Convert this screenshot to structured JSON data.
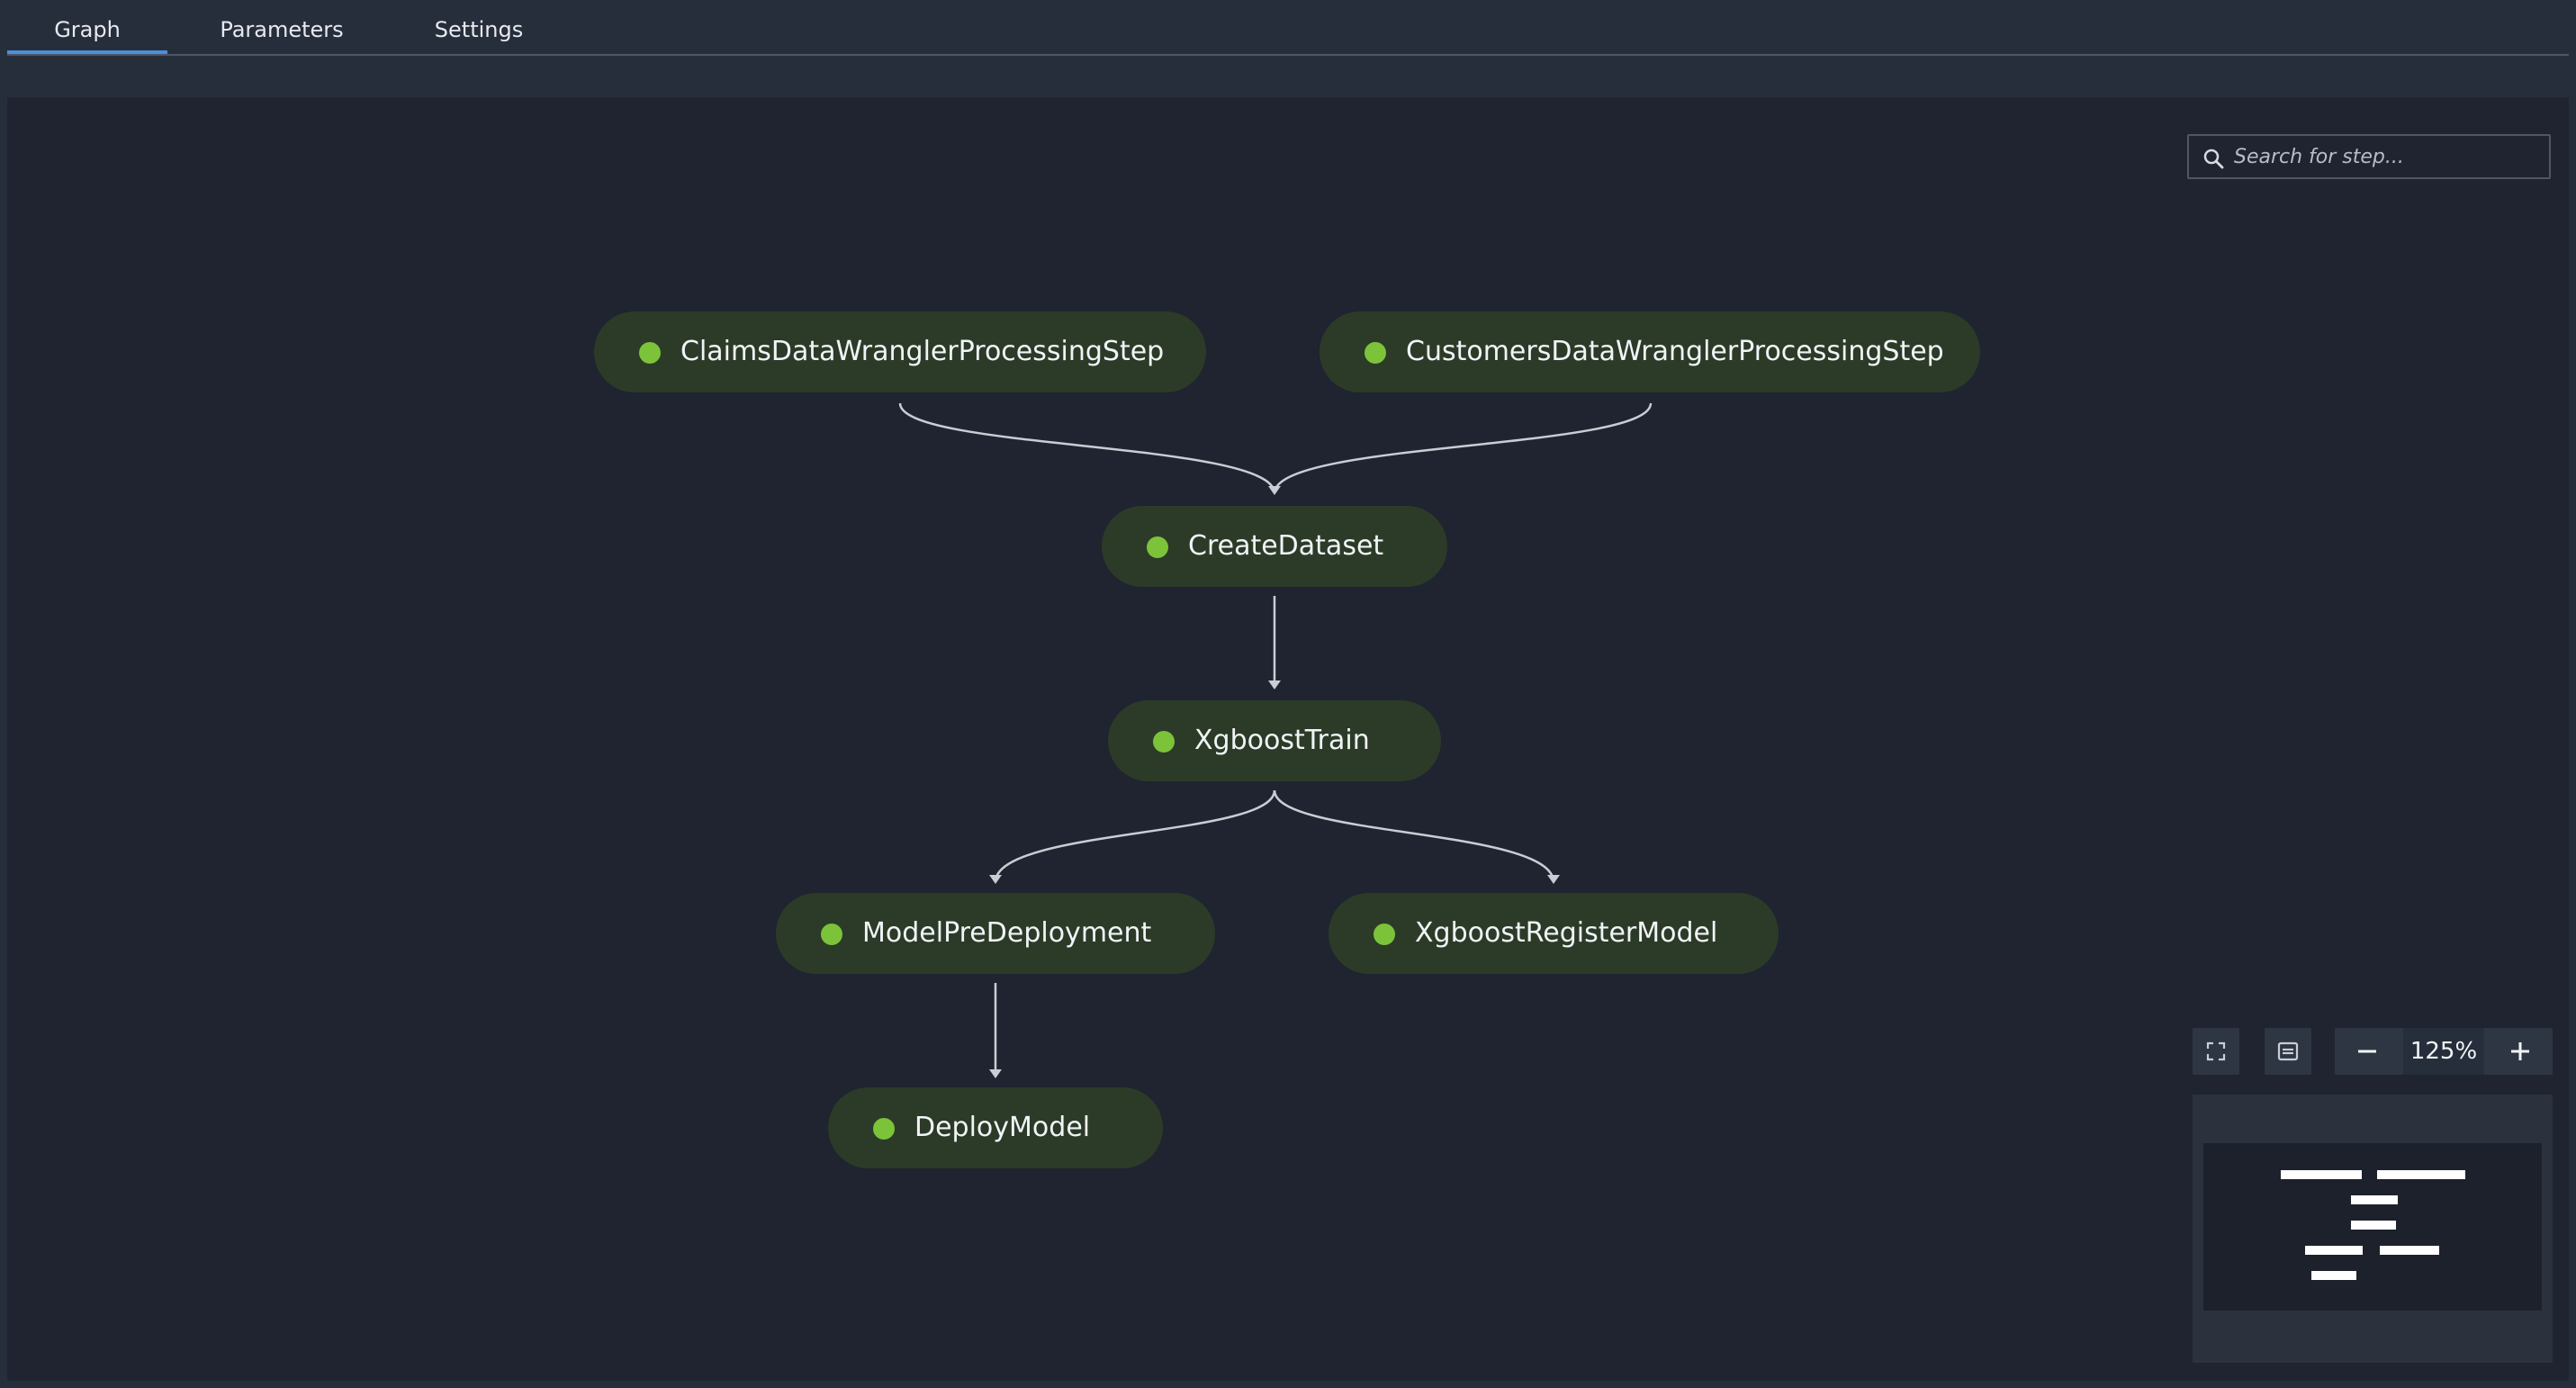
{
  "tabs": [
    {
      "label": "Graph",
      "active": true
    },
    {
      "label": "Parameters",
      "active": false
    },
    {
      "label": "Settings",
      "active": false
    }
  ],
  "search": {
    "placeholder": "Search for step...",
    "value": ""
  },
  "nodes": [
    {
      "id": "claims",
      "label": "ClaimsDataWranglerProcessingStep"
    },
    {
      "id": "customers",
      "label": "CustomersDataWranglerProcessingStep"
    },
    {
      "id": "create",
      "label": "CreateDataset"
    },
    {
      "id": "train",
      "label": "XgboostTrain"
    },
    {
      "id": "predeploy",
      "label": "ModelPreDeployment"
    },
    {
      "id": "register",
      "label": "XgboostRegisterModel"
    },
    {
      "id": "deploy",
      "label": "DeployModel"
    }
  ],
  "edges": [
    [
      "claims",
      "create"
    ],
    [
      "customers",
      "create"
    ],
    [
      "create",
      "train"
    ],
    [
      "train",
      "predeploy"
    ],
    [
      "train",
      "register"
    ],
    [
      "predeploy",
      "deploy"
    ]
  ],
  "zoom": {
    "value": "125%"
  },
  "icons": {
    "search": "search-icon",
    "fullscreen": "fullscreen-icon",
    "fit": "fit-to-screen-icon",
    "zoom_out": "minus-icon",
    "zoom_in": "plus-icon"
  },
  "colors": {
    "canvas_bg": "#1f2430",
    "node_bg": "#2c3b28",
    "status_success": "#7cc33a",
    "tab_active": "#4a90d9",
    "edge": "#c9cdd4"
  }
}
